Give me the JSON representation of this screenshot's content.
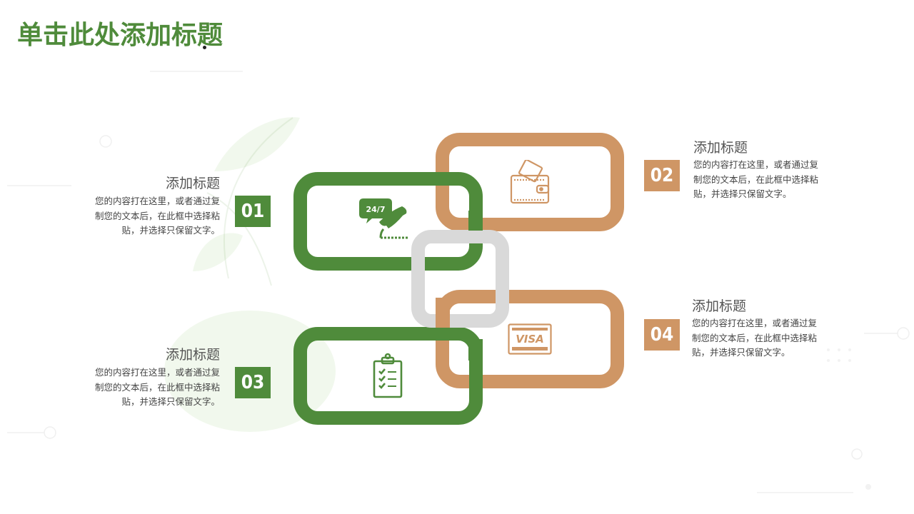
{
  "slide": {
    "title": "单击此处添加标题"
  },
  "colors": {
    "green": "#4f8b3b",
    "tan": "#cf9665",
    "gray": "#d9d9d9"
  },
  "items": [
    {
      "number": "01",
      "title": "添加标题",
      "description": "您的内容打在这里，或者通过复制您的文本后，在此框中选择粘贴，并选择只保留文字。",
      "icon": "phone-24-7-icon"
    },
    {
      "number": "02",
      "title": "添加标题",
      "description": "您的内容打在这里，或者通过复制您的文本后，在此框中选择粘贴，并选择只保留文字。",
      "icon": "wallet-icon"
    },
    {
      "number": "03",
      "title": "添加标题",
      "description": "您的内容打在这里，或者通过复制您的文本后，在此框中选择粘贴，并选择只保留文字。",
      "icon": "clipboard-checklist-icon"
    },
    {
      "number": "04",
      "title": "添加标题",
      "description": "您的内容打在这里，或者通过复制您的文本后，在此框中选择粘贴，并选择只保留文字。",
      "icon": "visa-card-icon"
    }
  ],
  "icon_text": {
    "phone_badge": "24/7",
    "card_brand": "VISA"
  }
}
